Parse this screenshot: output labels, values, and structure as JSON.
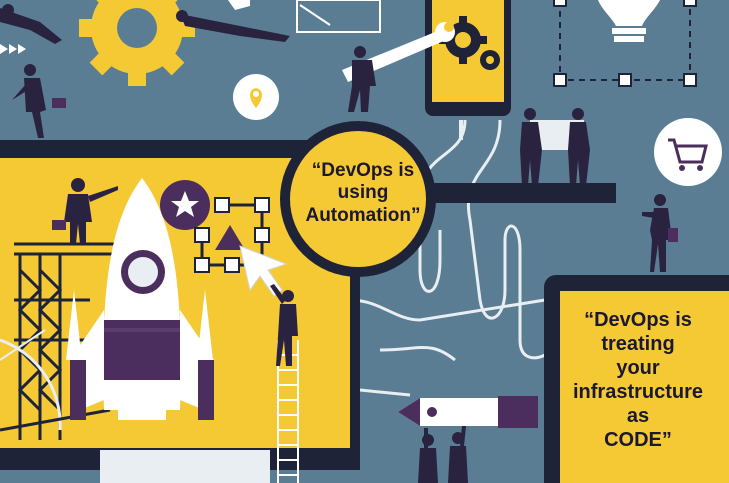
{
  "quotes": {
    "automation": [
      "“DevOps is",
      "using",
      "Automation”"
    ],
    "infrastructure": [
      "“DevOps is",
      "treating",
      "your",
      "infrastructure",
      "as",
      "CODE”"
    ]
  },
  "colors": {
    "background": "#5a7d93",
    "yellow": "#f5c934",
    "navy": "#1f2338",
    "purple": "#4b2d5e",
    "white": "#ffffff"
  },
  "icons": [
    "gear-icon",
    "lightbulb-icon",
    "location-pin-icon",
    "shopping-cart-icon",
    "star-icon",
    "rocket-icon",
    "magnifier-icon",
    "fountain-pen-icon",
    "wrench-icon",
    "cursor-icon"
  ]
}
